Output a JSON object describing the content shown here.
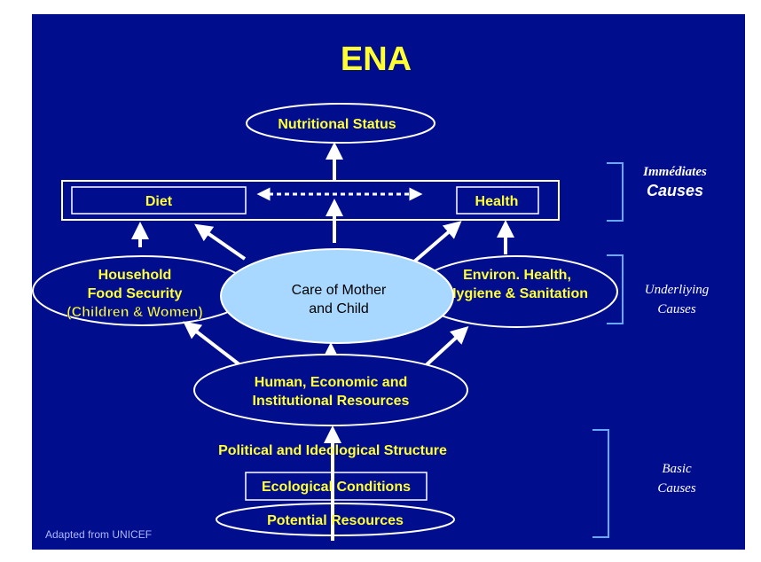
{
  "title": "ENA",
  "nodes": {
    "nutritional_status": "Nutritional Status",
    "diet": "Diet",
    "health": "Health",
    "household": [
      "Household",
      "Food Security",
      "(Children & Women)"
    ],
    "care": [
      "Care of Mother",
      "and Child"
    ],
    "environ": [
      "Environ. Health,",
      "Hygiene & Sanitation"
    ],
    "human_resources": [
      "Human, Economic and",
      "Institutional Resources"
    ],
    "political": "Political and Ideological Structure",
    "ecological": "Ecological Conditions",
    "potential": "Potential Resources"
  },
  "side_labels": {
    "immediate": [
      "Immédiates",
      "Causes"
    ],
    "underlying": [
      "Underliying",
      "Causes"
    ],
    "basic": [
      "Basic",
      "Causes"
    ]
  },
  "credit": "Adapted from UNICEF",
  "colors": {
    "background": "#000d8c",
    "text_yellow": "#ffff33",
    "care_fill": "#a8d8ff",
    "line_white": "#ffffff"
  }
}
